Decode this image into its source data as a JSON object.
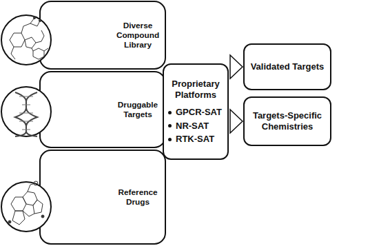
{
  "diagram": {
    "nodes": [
      {
        "text": [
          "Diverse Compound Library"
        ]
      },
      {
        "text": [
          "Druggable Targets"
        ]
      },
      {
        "text": [
          "Reference Drugs"
        ]
      },
      {
        "text": [
          "Proprietary Platforms",
          "GPCR-SAT",
          "NR-SAT",
          "RTK-SAT"
        ]
      },
      {
        "text": [
          "Validated Targets"
        ]
      },
      {
        "text": [
          "Targets-Specific Chemistries"
        ]
      }
    ],
    "edges": [
      {
        "from": 3,
        "to": 4,
        "arrow": "to"
      },
      {
        "from": 3,
        "to": 5,
        "arrow": "to"
      }
    ]
  }
}
